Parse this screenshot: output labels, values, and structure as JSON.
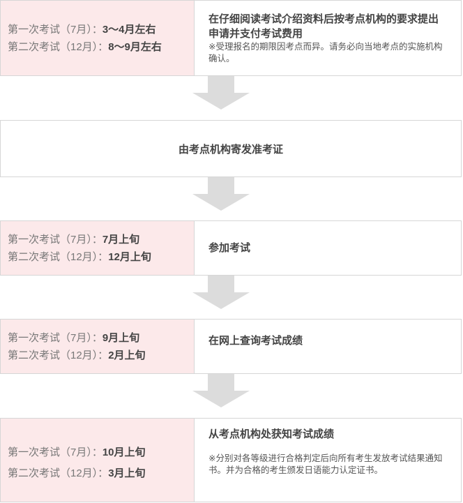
{
  "steps": [
    {
      "schedule": [
        {
          "label": "第一次考试（7月）：",
          "value": "3～4月左右"
        },
        {
          "label": "第二次考试（12月）：",
          "value": "8～9月左右"
        }
      ],
      "title": "在仔细阅读考试介绍资料后按考点机构的要求提出申请并支付考试费用",
      "note": "※受理报名的期限因考点而异。请务必向当地考点的实施机构确认。"
    },
    {
      "title": "由考点机构寄发准考证"
    },
    {
      "schedule": [
        {
          "label": "第一次考试（7月）：",
          "value": "7月上旬"
        },
        {
          "label": "第二次考试（12月）：",
          "value": "12月上旬"
        }
      ],
      "title": "参加考试"
    },
    {
      "schedule": [
        {
          "label": "第一次考试（7月）：",
          "value": "9月上旬"
        },
        {
          "label": "第二次考试（12月）：",
          "value": "2月上旬"
        }
      ],
      "title": "在网上查询考试成绩"
    },
    {
      "schedule": [
        {
          "label": "第一次考试（7月）：",
          "value": "10月上旬"
        },
        {
          "label": "第二次考试（12月）：",
          "value": "3月上旬"
        }
      ],
      "title": "从考点机构处获知考试成绩",
      "note": "※分别对各等级进行合格判定后向所有考生发放考试结果通知书。并为合格的考生颁发日语能力认定证书。"
    }
  ],
  "colors": {
    "schedule_bg": "#fce9ea",
    "border": "#d6d6d6",
    "arrow": "#dcdcdc"
  }
}
